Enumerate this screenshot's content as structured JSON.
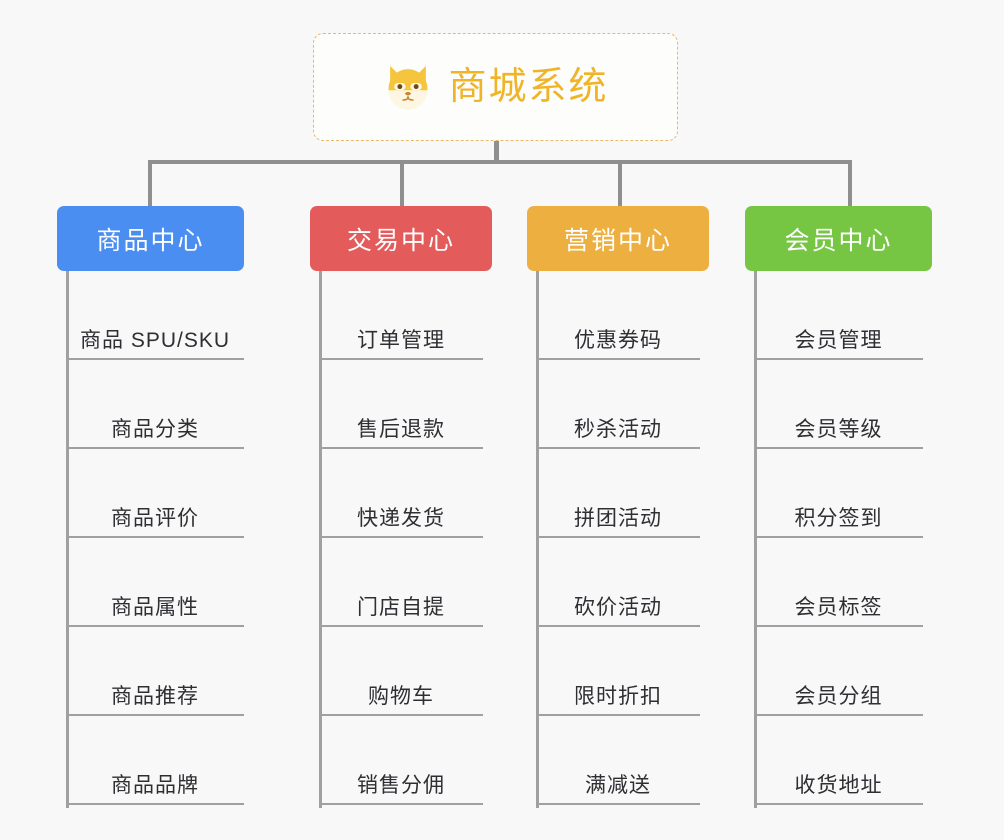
{
  "root": {
    "title": "商城系统",
    "icon": "shiba-dog-icon",
    "border_color": "#e8b96a",
    "text_color": "#f0b429"
  },
  "connector_color": "#8f8f8f",
  "columns": [
    {
      "id": "product-center",
      "label": "商品中心",
      "color": "#4a8ef2",
      "items": [
        "商品 SPU/SKU",
        "商品分类",
        "商品评价",
        "商品属性",
        "商品推荐",
        "商品品牌"
      ]
    },
    {
      "id": "trade-center",
      "label": "交易中心",
      "color": "#e35b5b",
      "items": [
        "订单管理",
        "售后退款",
        "快递发货",
        "门店自提",
        "购物车",
        "销售分佣"
      ]
    },
    {
      "id": "marketing-center",
      "label": "营销中心",
      "color": "#edaf40",
      "items": [
        "优惠券码",
        "秒杀活动",
        "拼团活动",
        "砍价活动",
        "限时折扣",
        "满减送"
      ]
    },
    {
      "id": "member-center",
      "label": "会员中心",
      "color": "#76c644",
      "items": [
        "会员管理",
        "会员等级",
        "积分签到",
        "会员标签",
        "会员分组",
        "收货地址"
      ]
    }
  ]
}
